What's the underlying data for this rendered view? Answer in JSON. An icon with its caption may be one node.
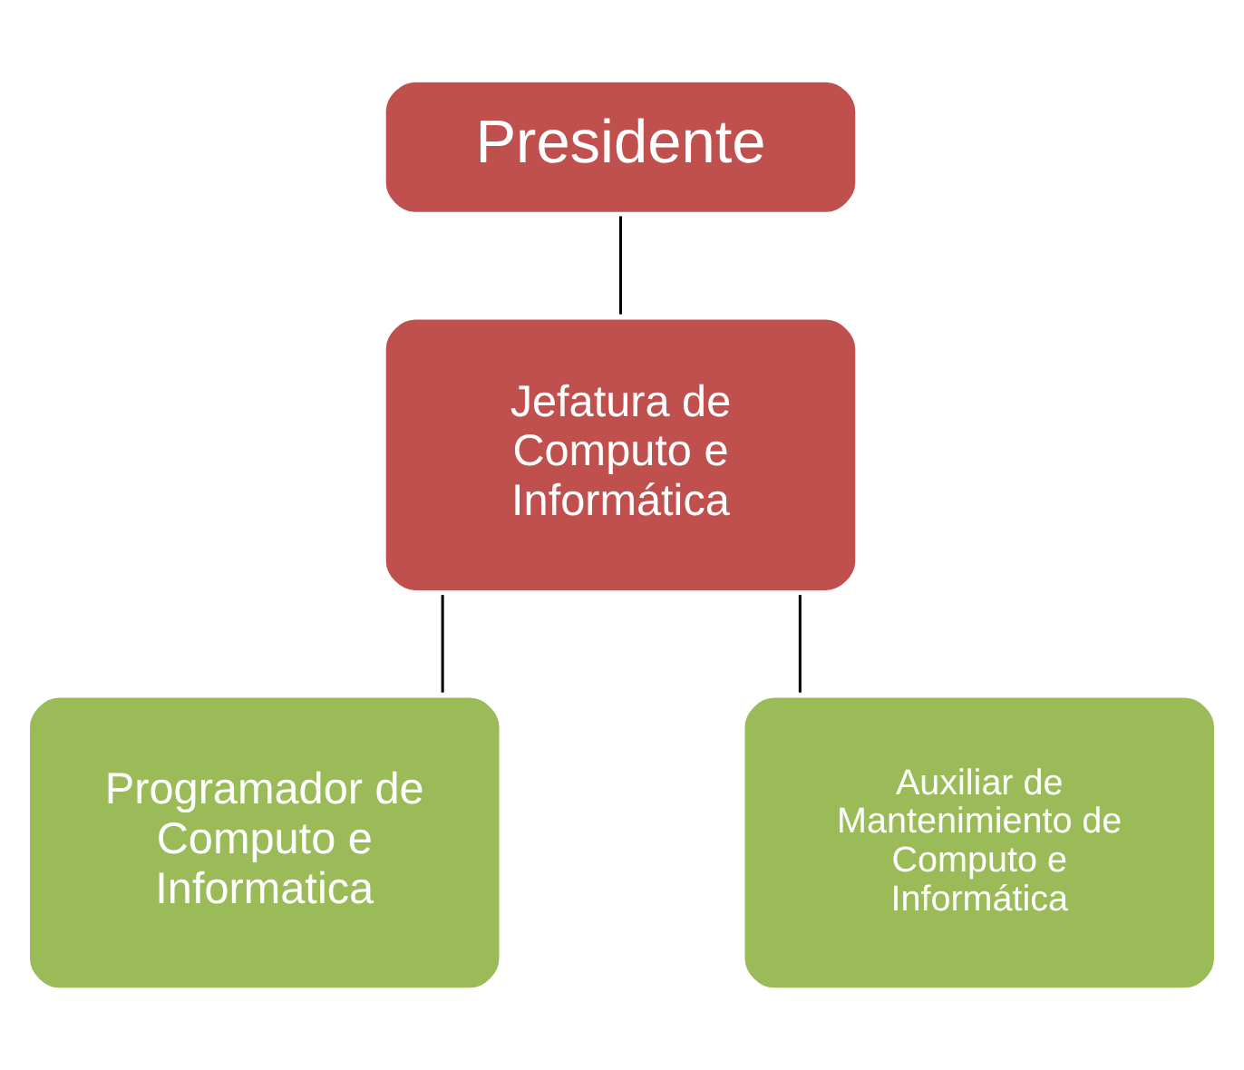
{
  "diagram": {
    "nodes": [
      {
        "text": [
          "Presidente"
        ]
      },
      {
        "text": [
          "Jefatura de Computo e Informática"
        ]
      },
      {
        "text": [
          "Programador de Computo e Informatica"
        ]
      },
      {
        "text": [
          "Auxiliar de Mantenimiento de Computo e Informática"
        ]
      }
    ],
    "edges": [
      {
        "from": 0,
        "to": 1,
        "arrow": "none"
      },
      {
        "from": 1,
        "to": 2,
        "arrow": "none"
      },
      {
        "from": 1,
        "to": 3,
        "arrow": "none"
      }
    ]
  }
}
